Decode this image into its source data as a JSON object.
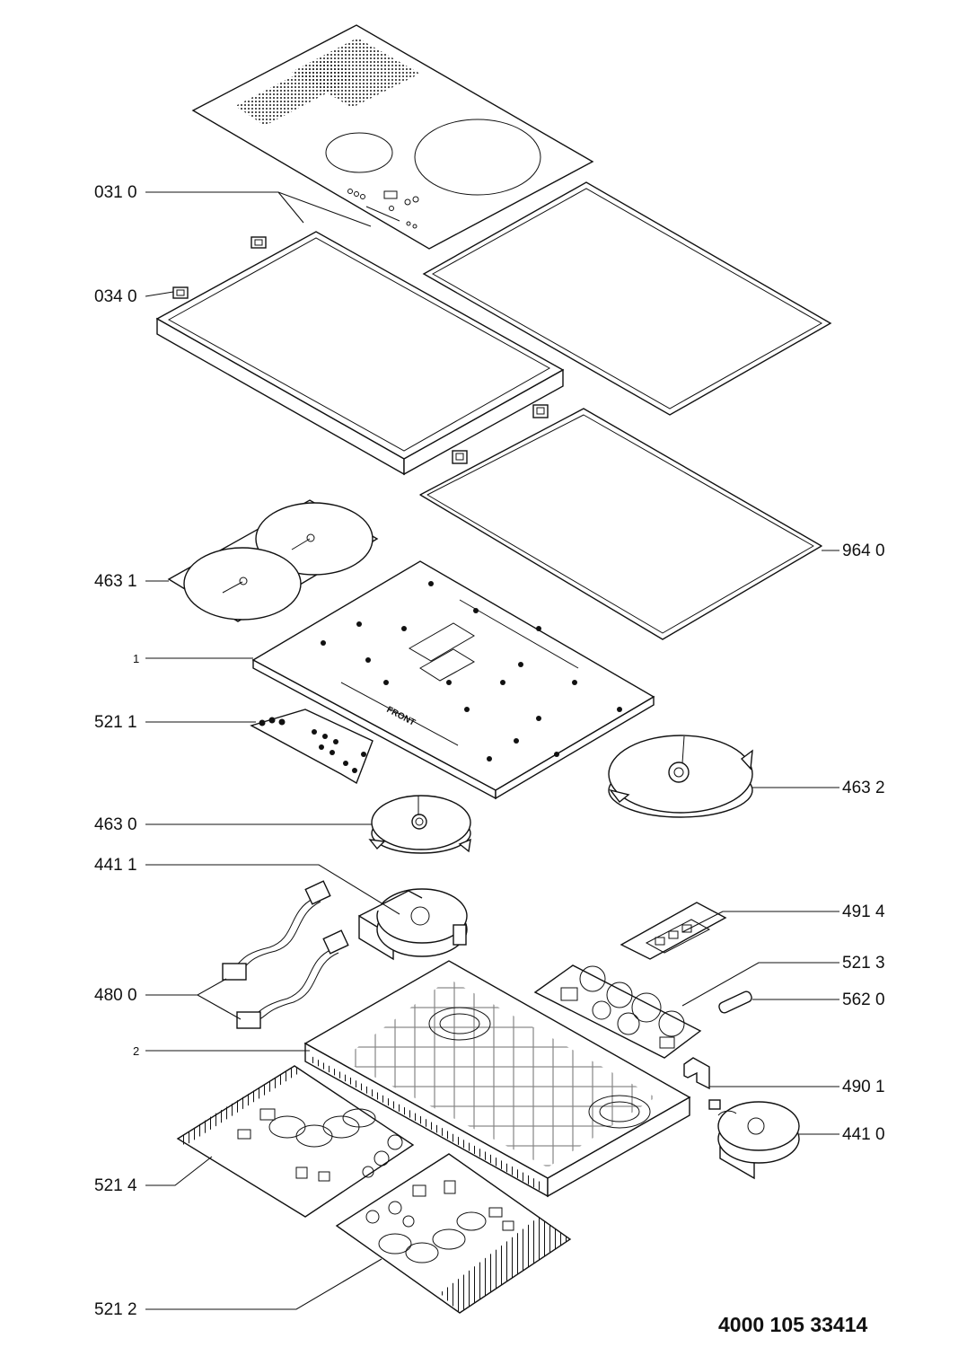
{
  "labels": {
    "p0310": "031 0",
    "p0340": "034 0",
    "p4631": "463 1",
    "p1": "1",
    "p5211": "521 1",
    "p4630": "463 0",
    "p4411": "441 1",
    "p4800": "480 0",
    "p2": "2",
    "p5214": "521 4",
    "p5212": "521 2",
    "p9640": "964 0",
    "p4632": "463 2",
    "p4914": "491 4",
    "p5213": "521 3",
    "p5620": "562 0",
    "p4901": "490 1",
    "p4410": "441 0"
  },
  "plate_text": "FRONT",
  "doc_number": "4000 105 33414"
}
